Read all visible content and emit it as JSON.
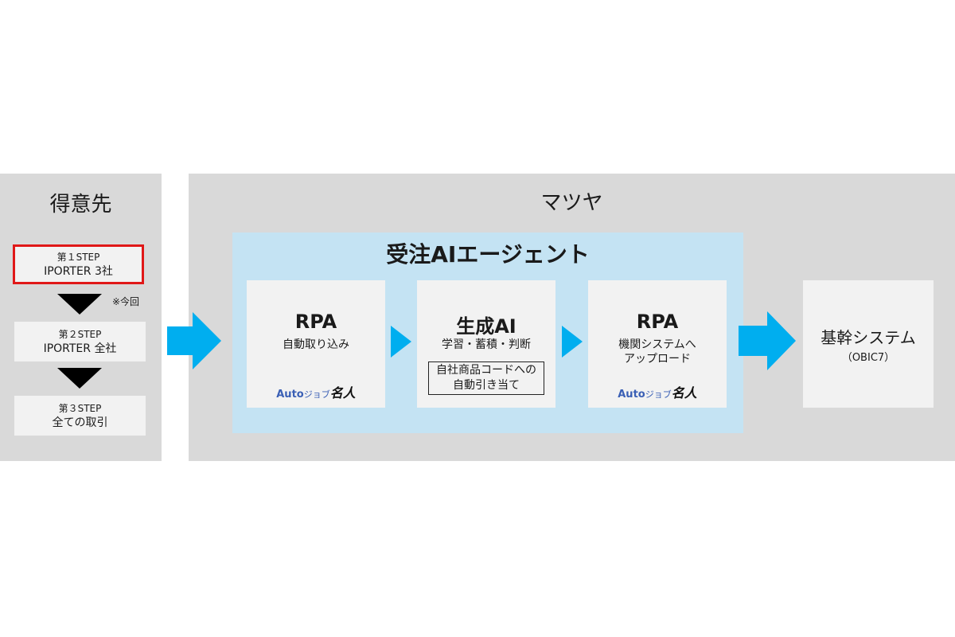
{
  "customer": {
    "title": "得意先",
    "steps": [
      {
        "line1": "第１STEP",
        "line2": "IPORTER 3社"
      },
      {
        "line1": "第２STEP",
        "line2": "IPORTER 全社"
      },
      {
        "line1": "第３STEP",
        "line2": "全ての取引"
      }
    ],
    "note": "※今回"
  },
  "company": {
    "title": "マツヤ",
    "agent_title": "受注AIエージェント",
    "cards": [
      {
        "title": "RPA",
        "sub1": "自動取り込み",
        "logo": {
          "a": "Auto",
          "b": "ジョブ",
          "c": "名人"
        }
      },
      {
        "title": "生成AI",
        "sub1": "学習・蓄積・判断",
        "box1": "自社商品コードへの",
        "box2": "自動引き当て"
      },
      {
        "title": "RPA",
        "sub1": "機関システムへ",
        "sub2": "アップロード",
        "logo": {
          "a": "Auto",
          "b": "ジョブ",
          "c": "名人"
        }
      }
    ],
    "system": {
      "title": "基幹システム",
      "sub": "（OBIC7）"
    }
  },
  "colors": {
    "arrow": "#00aeef",
    "panel": "#d9d9d9",
    "agent_bg": "#c4e3f3",
    "highlight": "#e01818"
  }
}
